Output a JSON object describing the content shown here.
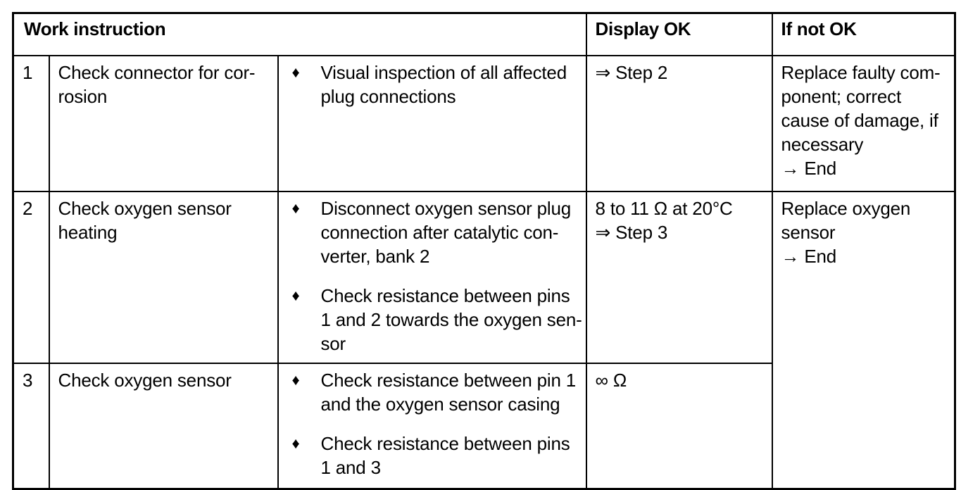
{
  "table": {
    "headers": {
      "work_instruction": "Work instruction",
      "display_ok": "Display OK",
      "if_not_ok": "If not OK"
    },
    "bullet_glyph": "♦",
    "rows": [
      {
        "number": "1",
        "task_lines": [
          "Check connector for cor-",
          "rosion"
        ],
        "steps": [
          [
            "Visual inspection of all affected",
            "plug connections"
          ]
        ],
        "display_ok_lines": [
          "⇒ Step 2"
        ],
        "if_not_ok_lines": [
          "Replace faulty com-",
          "ponent; correct",
          "cause of damage, if",
          "necessary",
          "→ End"
        ]
      },
      {
        "number": "2",
        "task_lines": [
          "Check oxygen sensor",
          "heating"
        ],
        "steps": [
          [
            "Disconnect oxygen sensor plug",
            "connection after catalytic con-",
            "verter, bank 2"
          ],
          [
            "Check resistance between pins",
            "1 and 2 towards the oxygen sen-",
            "sor"
          ]
        ],
        "display_ok_lines": [
          "8 to 11 Ω at 20°C",
          "⇒ Step 3"
        ],
        "if_not_ok_lines": [
          "Replace oxygen",
          "sensor",
          "→ End"
        ]
      },
      {
        "number": "3",
        "task_lines": [
          "Check oxygen sensor"
        ],
        "steps": [
          [
            "Check resistance between pin 1",
            "and the oxygen sensor casing"
          ],
          [
            "Check resistance between pins",
            "1 and 3"
          ]
        ],
        "display_ok_lines": [
          "∞ Ω"
        ],
        "if_not_ok_lines": []
      }
    ]
  }
}
